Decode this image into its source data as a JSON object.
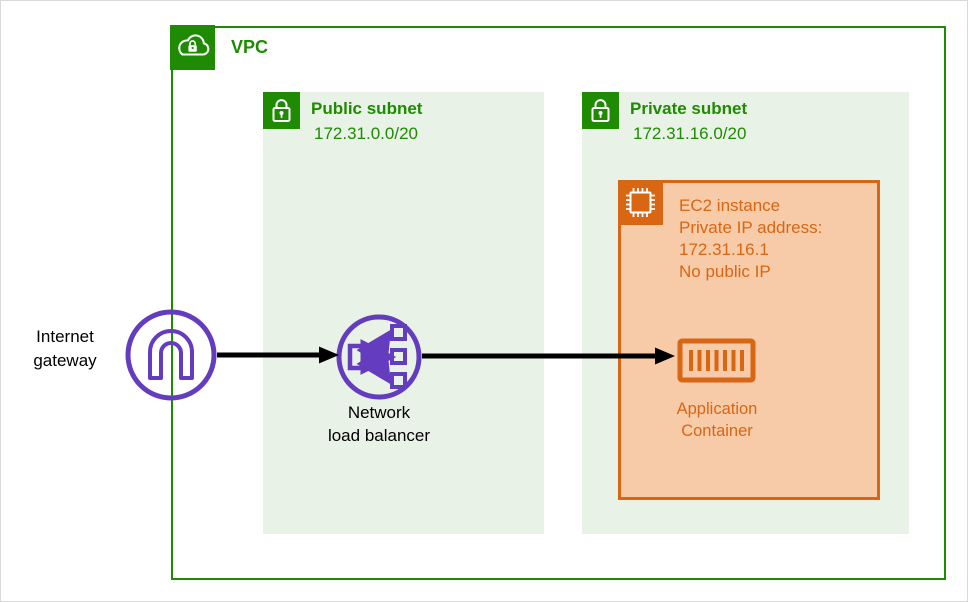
{
  "diagram": {
    "vpc": {
      "label": "VPC"
    },
    "public_subnet": {
      "title": "Public subnet",
      "cidr": "172.31.0.0/20"
    },
    "private_subnet": {
      "title": "Private subnet",
      "cidr": "172.31.16.0/20"
    },
    "ec2_instance": {
      "lines": [
        "EC2 instance",
        "Private IP address:",
        "172.31.16.1",
        "No public IP"
      ]
    },
    "internet_gateway": {
      "line1": "Internet",
      "line2": "gateway"
    },
    "network_load_balancer": {
      "line1": "Network",
      "line2": "load balancer"
    },
    "application_container": {
      "line1": "Application",
      "line2": "Container"
    }
  },
  "icons": {
    "vpc": "vpc-cloud-lock-icon",
    "subnet": "lock-icon",
    "ec2": "cpu-chip-icon",
    "internet_gateway": "gateway-arch-icon",
    "network_load_balancer": "load-balancer-icon",
    "application_container": "container-bars-icon"
  },
  "colors": {
    "green": "#1F8B02",
    "subnet_fill": "#E9F2E6",
    "orange": "#D86613",
    "ec2_fill": "#F7CBA8",
    "purple": "#643CBE",
    "arrow": "#000000"
  }
}
